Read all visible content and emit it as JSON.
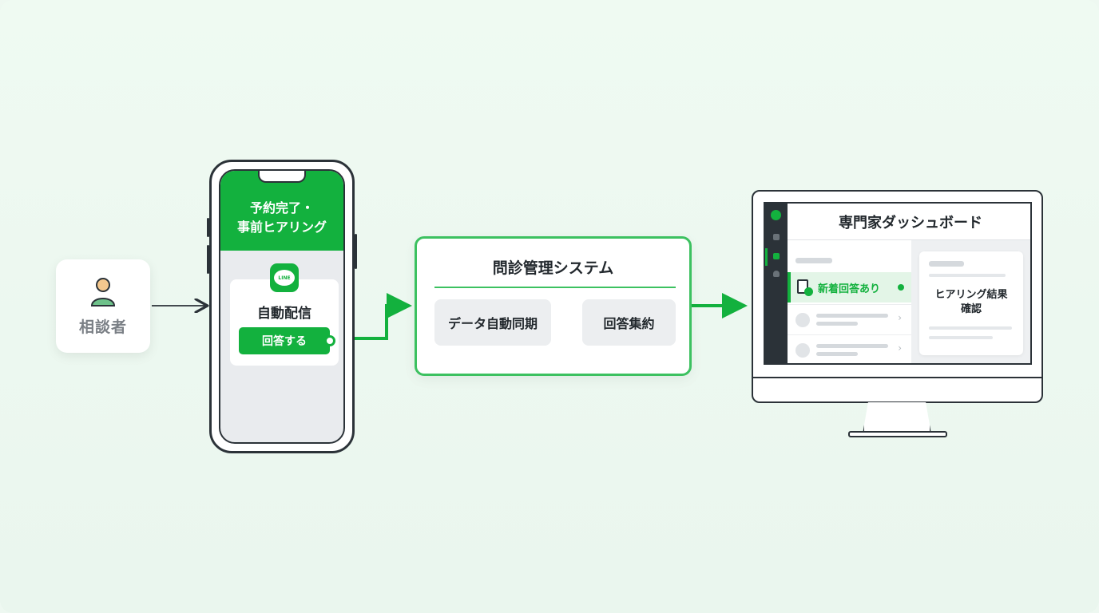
{
  "user": {
    "label": "相談者",
    "icon": "person-icon"
  },
  "phone": {
    "header_line1": "予約完了・",
    "header_line2": "事前ヒアリング",
    "line_badge": "LINE",
    "card_title": "自動配信",
    "reply_button": "回答する"
  },
  "system": {
    "title": "問診管理システム",
    "step1": "データ自動同期",
    "step2": "回答集約"
  },
  "dashboard": {
    "title": "専門家ダッシュボード",
    "new_answer": "新着回答あり",
    "detail_line1": "ヒアリング結果",
    "detail_line2": "確認"
  },
  "colors": {
    "brand_green": "#13b13e",
    "accent_green": "#3cc160",
    "dark": "#2b3238",
    "background": "#eef8f1"
  }
}
